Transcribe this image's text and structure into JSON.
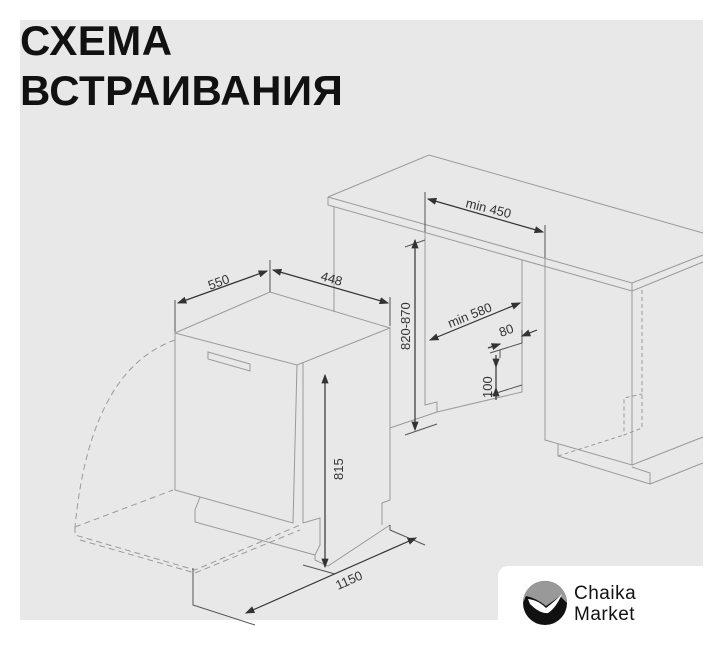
{
  "title": {
    "line1": "СХЕМА",
    "line2": "ВСТРАИВАНИЯ"
  },
  "dimensions": {
    "depth": "550",
    "width": "448",
    "height": "815",
    "door_open_depth": "1150",
    "niche_height": "820-870",
    "niche_width": "min 450",
    "niche_depth": "min 580",
    "plinth_depth": "80",
    "plinth_height": "100"
  },
  "brand": {
    "line1": "Chaika",
    "line2": "Market",
    "icon": "seagull-logo-icon"
  },
  "colors": {
    "panel": "#e8e8e8",
    "line": "#9a9a9a",
    "dim": "#333333"
  }
}
